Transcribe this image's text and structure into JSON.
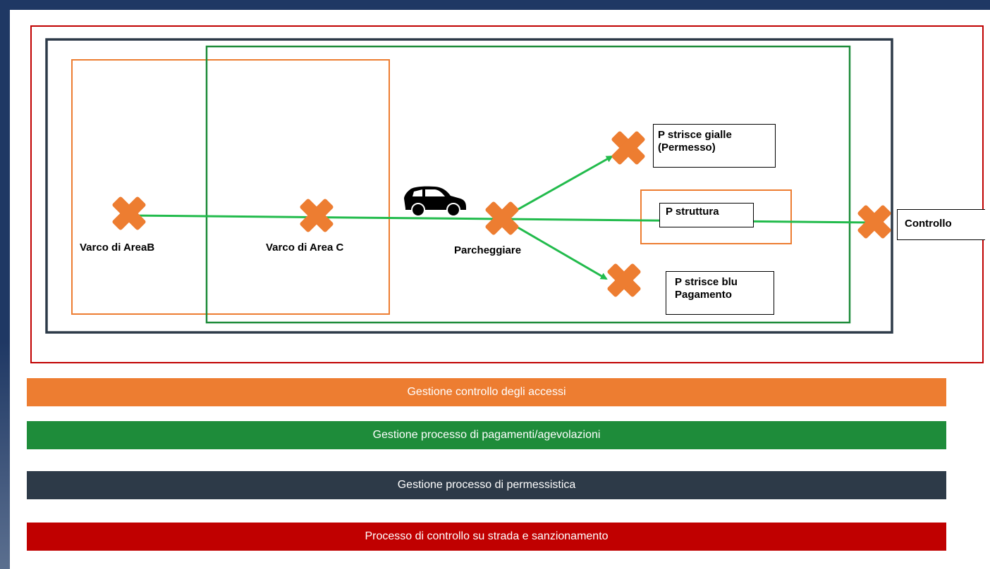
{
  "colors": {
    "frame": "#1f3864",
    "orange": "#ed7d31",
    "green": "#1e8c3a",
    "dark": "#2d3a48",
    "red": "#c00000",
    "arrow": "#22bb4c"
  },
  "diagram": {
    "varco_areab": "Varco di AreaB",
    "varco_areac": "Varco di Area C",
    "parcheggiare": "Parcheggiare",
    "p_gialle": "P strisce gialle\n(Permesso)",
    "p_struttura": "P struttura",
    "p_blu": "P strisce blu\nPagamento",
    "controllo": "Controllo"
  },
  "legend": {
    "accessi": "Gestione controllo degli accessi",
    "pagamenti": "Gestione processo di pagamenti/agevolazioni",
    "permessistica": "Gestione processo di permessistica",
    "controllo": "Processo di controllo su strada e  sanzionamento"
  }
}
